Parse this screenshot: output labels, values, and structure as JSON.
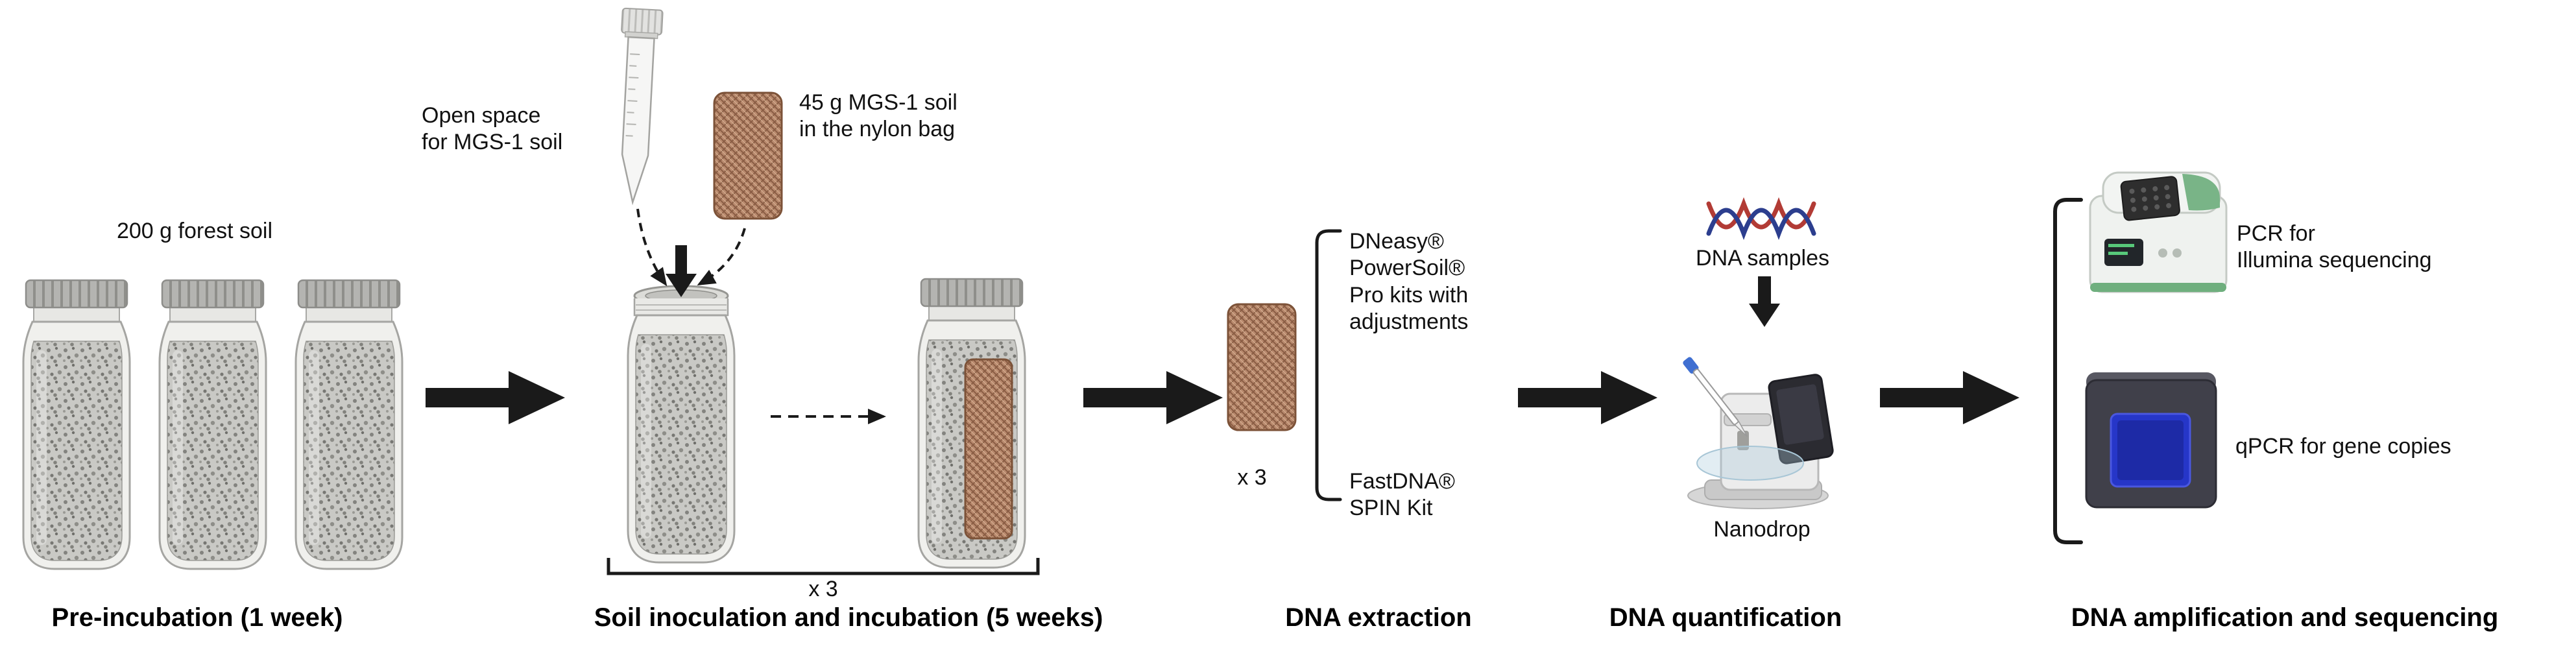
{
  "colors": {
    "arrow_black": "#1a1a1a",
    "soil_gray": "#c9c9c5",
    "bag_brown": "#b78a66",
    "dna_red": "#b23b35",
    "dna_blue": "#2c3e8e",
    "qpcr_blue": "#2636c8",
    "pcr_green": "#79b487"
  },
  "icons": {
    "jar": "mason-jar-with-soil",
    "tube": "falcon-tube",
    "bag": "nylon-mesh-bag",
    "dna": "dna-double-helix",
    "nanodrop": "nanodrop-spectrophotometer",
    "pcr": "thermocycler",
    "qpcr": "qpcr-machine",
    "arrow": "black-right-arrow"
  },
  "stage1": {
    "title": "Pre-incubation (1 week)",
    "soil_label": "200 g forest soil"
  },
  "stage2": {
    "title": "Soil inoculation and incubation (5 weeks)",
    "tube_label": "Open space\nfor MGS-1 soil",
    "bag_label": "45 g MGS-1 soil\nin the nylon bag",
    "replicate_label": "x 3"
  },
  "stage3": {
    "title": "DNA extraction",
    "replicate_label": "x 3",
    "kit_top_label": "DNeasy®\nPowerSoil®\nPro kits with\nadjustments",
    "kit_bottom_label": "FastDNA®\nSPIN Kit"
  },
  "stage4": {
    "title": "DNA quantification",
    "samples_label": "DNA samples",
    "instrument_label": "Nanodrop"
  },
  "stage5": {
    "title": "DNA amplification and sequencing",
    "pcr_label": "PCR for\nIllumina sequencing",
    "qpcr_label": "qPCR for gene copies"
  }
}
